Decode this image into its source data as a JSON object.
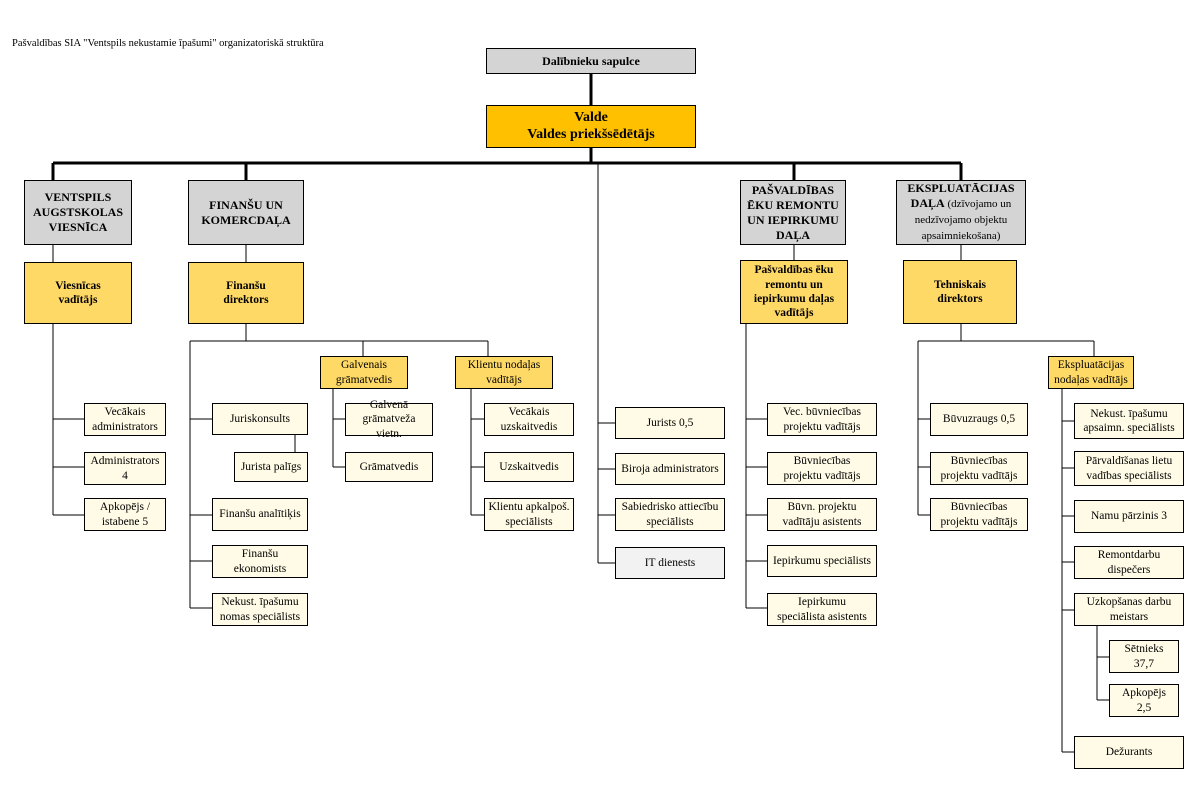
{
  "title": "Pašvaldības SIA \"Ventspils nekustamie īpašumi\" organizatoriskā struktūra",
  "top": {
    "meeting": "Dalībnieku sapulce",
    "board": "Valde\nValdes priekšsēdētājs"
  },
  "departments": {
    "hotel": {
      "name": "VENTSPILS\nAUGSTSKOLAS\nVIESNĪCA",
      "head": "Viesnīcas\nvadītājs",
      "staff": [
        "Vecākais\nadministrators",
        "Administrators\n4",
        "Apkopējs /\nistabene 5"
      ]
    },
    "finance": {
      "name": "FINANŠU UN\nKOMERCDAĻA",
      "head": "Finanšu\ndirektors",
      "staff": [
        "Juriskonsults",
        "Jurista palīgs",
        "Finanšu analītiķis",
        "Finanšu\nekonomists",
        "Nekust. īpašumu\nnomas speciālists"
      ],
      "chief_accountant": "Galvenais\ngrāmatvedis",
      "accounting": [
        "Galvenā\ngrāmatveža vietn.",
        "Grāmatvedis"
      ],
      "client_head": "Klientu nodaļas\nvadītājs",
      "client_staff": [
        "Vecākais\nuzskaitvedis",
        "Uzskaitvedis",
        "Klientu apkalpoš.\nspeciālists"
      ]
    },
    "central": [
      "Jurists 0,5",
      "Biroja administrators",
      "Sabiedrisko attiecību\nspeciālists",
      "IT dienests"
    ],
    "repair": {
      "name": "PAŠVALDĪBAS\nĒKU REMONTU\nUN IEPIRKUMU\nDAĻA",
      "head": "Pašvaldības ēku\nremontu un\niepirkumu daļas\nvadītājs",
      "staff": [
        "Vec. būvniecības\nprojektu vadītājs",
        "Būvniecības\nprojektu vadītājs",
        "Būvn. projektu\nvadītāju asistents",
        "Iepirkumu speciālists",
        "Iepirkumu\nspeciālista asistents"
      ]
    },
    "operations": {
      "name_bold": "EKSPLUATĀCIJAS\nDAĻA",
      "name_normal": " (dzīvojamo un\nnedzīvojamo objektu\napsaimniekošana)",
      "head": "Tehniskais\ndirektors",
      "staff": [
        "Būvuzraugs 0,5",
        "Būvniecības\nprojektu vadītājs",
        "Būvniecības\nprojektu vadītājs"
      ],
      "ops_head": "Ekspluatācijas\nnodaļas vadītājs",
      "ops_staff": [
        "Nekust. īpašumu\napsaimn. speciālists",
        "Pārvaldīšanas lietu\nvadības speciālists",
        "Namu pārzinis 3",
        "Remontdarbu\ndispečers",
        "Uzkopšanas darbu\nmeistars",
        "Dežurants"
      ],
      "cleaning_staff": [
        "Sētnieks\n37,7",
        "Apkopējs\n2,5"
      ]
    }
  },
  "colors": {
    "board": "#ffc000",
    "head": "#ffd966",
    "staff": "#fffbe6",
    "department": "#d4d4d4",
    "it": "#f2f2f2"
  }
}
